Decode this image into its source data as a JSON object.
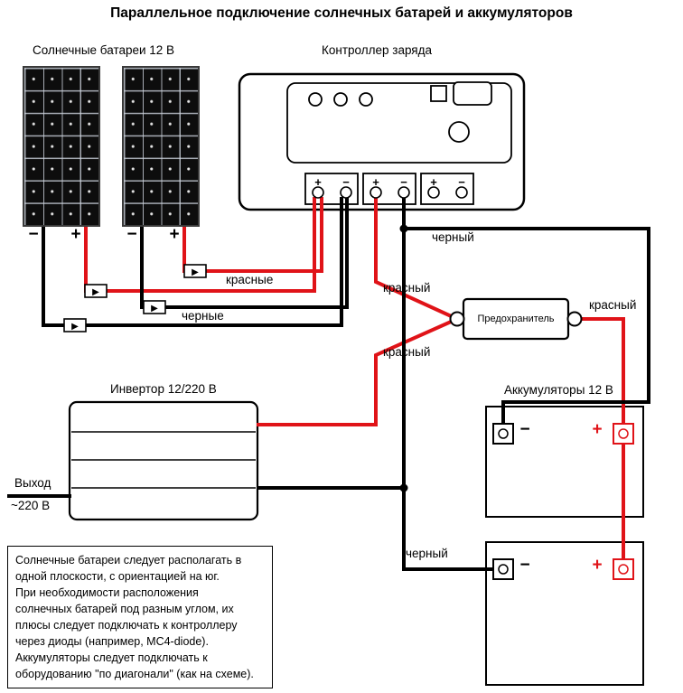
{
  "title": "Параллельное подключение солнечных батарей и аккумуляторов",
  "solar": {
    "label": "Солнечные батареи 12 В",
    "minus": "−",
    "plus": "+"
  },
  "controller": {
    "label": "Контроллер заряда",
    "plus": "+",
    "minus": "−"
  },
  "fuse": {
    "label": "Предохранитель"
  },
  "inverter": {
    "label": "Инвертор 12/220 В",
    "output_line1": "Выход",
    "output_line2": "~220 В"
  },
  "batteries": {
    "label": "Аккумуляторы 12 В",
    "plus": "+",
    "minus": "−"
  },
  "wire_labels": {
    "reds": "красные",
    "blacks": "черные",
    "red_upper": "красный",
    "red_lower": "красный",
    "red_right": "красный",
    "black_top": "черный",
    "black_bottom": "черный"
  },
  "note": {
    "text": "Солнечные батареи следует располагать в\nодной плоскости, с ориентацией на юг.\nПри необходимости расположения\nсолнечных батарей под разным углом, их\nплюсы следует подключать к контроллеру\nчерез диоды (например, MC4-diode).\nАккумуляторы следует подключать к\nоборудованию \"по диагонали\" (как на схеме)."
  },
  "icons": {
    "diode": "▶"
  },
  "colors": {
    "wire_red": "#e01318",
    "wire_black": "#000000"
  }
}
